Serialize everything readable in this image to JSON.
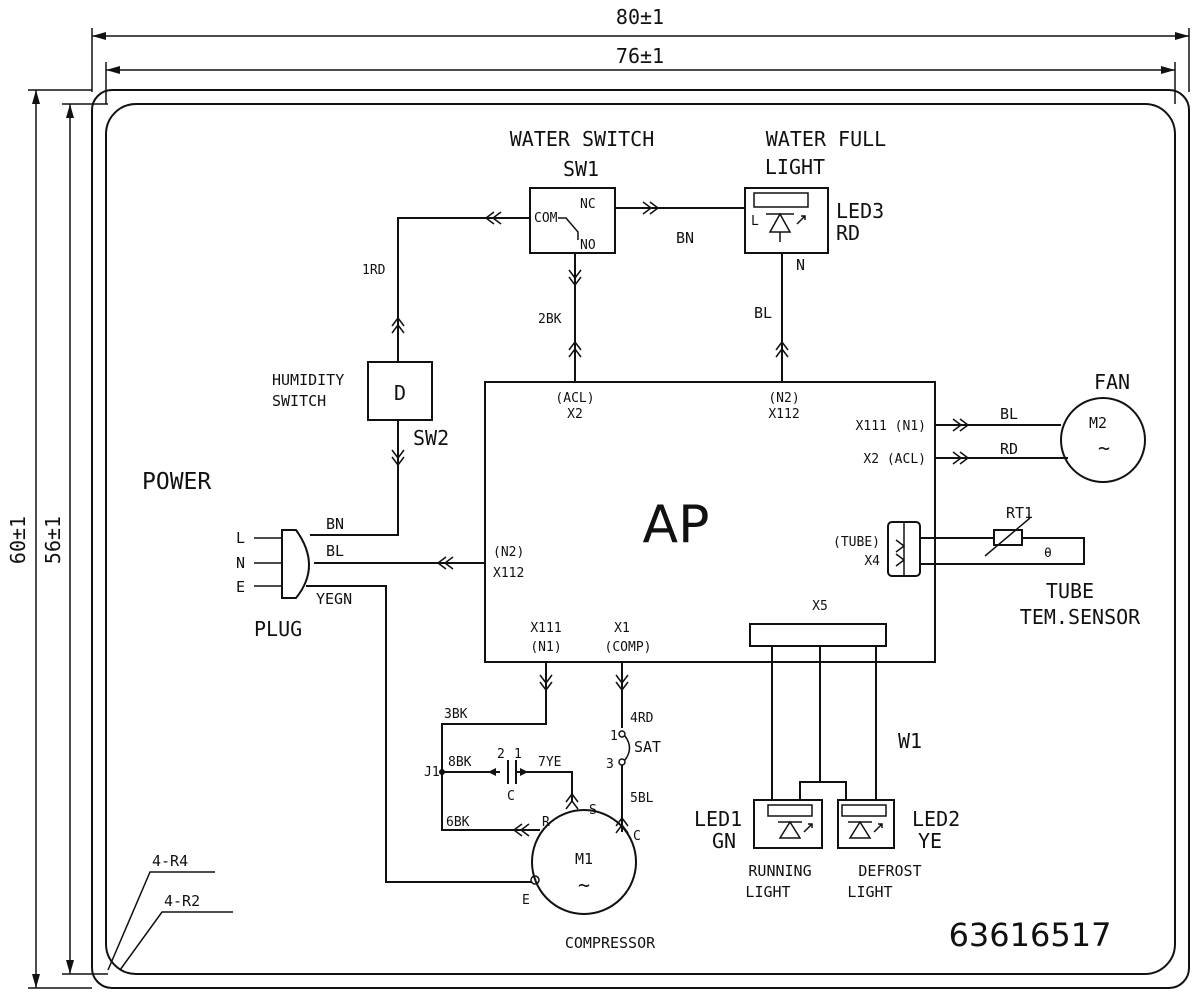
{
  "dimensions": {
    "outer_width": "80±1",
    "inner_width": "76±1",
    "outer_height": "60±1",
    "inner_height": "56±1",
    "radius_outer": "4-R4",
    "radius_inner": "4-R2"
  },
  "water_switch": {
    "title": "WATER SWITCH",
    "id": "SW1",
    "com": "COM",
    "nc": "NC",
    "no": "NO"
  },
  "water_full_light": {
    "title_1": "WATER FULL",
    "title_2": "LIGHT",
    "id": "LED3",
    "color": "RD",
    "l": "L",
    "n": "N"
  },
  "humidity_switch": {
    "title_1": "HUMIDITY",
    "title_2": "SWITCH",
    "symbol": "D",
    "id": "SW2"
  },
  "power": {
    "title": "POWER",
    "plug": "PLUG",
    "l": "L",
    "n": "N",
    "e": "E"
  },
  "wires": {
    "bn_top": "BN",
    "rd1": "1RD",
    "bk2": "2BK",
    "bl_top": "BL",
    "bn_plug": "BN",
    "bl_plug": "BL",
    "yegn": "YEGN",
    "bl_fan": "BL",
    "rd_fan": "RD",
    "bk3": "3BK",
    "bk8": "8BK",
    "ye7": "7YE",
    "bk6": "6BK",
    "rd4": "4RD",
    "bl5": "5BL",
    "w1": "W1"
  },
  "ap": {
    "label": "AP",
    "port_acl_1": "(ACL)",
    "port_acl_2": "X2",
    "port_n2_1": "(N2)",
    "port_n2_2": "X112",
    "port_x111": "X111 (N1)",
    "port_x2": "X2 (ACL)",
    "port_tube_1": "(TUBE)",
    "port_tube_2": "X4",
    "port_left_1": "(N2)",
    "port_left_2": "X112",
    "port_bot1_1": "X111",
    "port_bot1_2": "(N1)",
    "port_bot2_1": "X1",
    "port_bot2_2": "(COMP)",
    "port_x5": "X5"
  },
  "fan": {
    "title": "FAN",
    "id": "M2",
    "symbol": "~"
  },
  "sensor": {
    "id": "RT1",
    "theta": "θ",
    "title_1": "TUBE",
    "title_2": "TEM.SENSOR"
  },
  "capacitor": {
    "j1": "J1",
    "c": "C",
    "p2": "2",
    "p1": "1"
  },
  "compressor": {
    "id": "M1",
    "symbol": "~",
    "title": "COMPRESSOR",
    "r": "R",
    "s": "S",
    "c": "C",
    "e": "E"
  },
  "sat": {
    "label": "SAT",
    "p1": "1",
    "p3": "3"
  },
  "led1": {
    "id": "LED1",
    "color": "GN",
    "title_1": "RUNNING",
    "title_2": "LIGHT"
  },
  "led2": {
    "id": "LED2",
    "color": "YE",
    "title_1": "DEFROST",
    "title_2": "LIGHT"
  },
  "part_number": "63616517"
}
